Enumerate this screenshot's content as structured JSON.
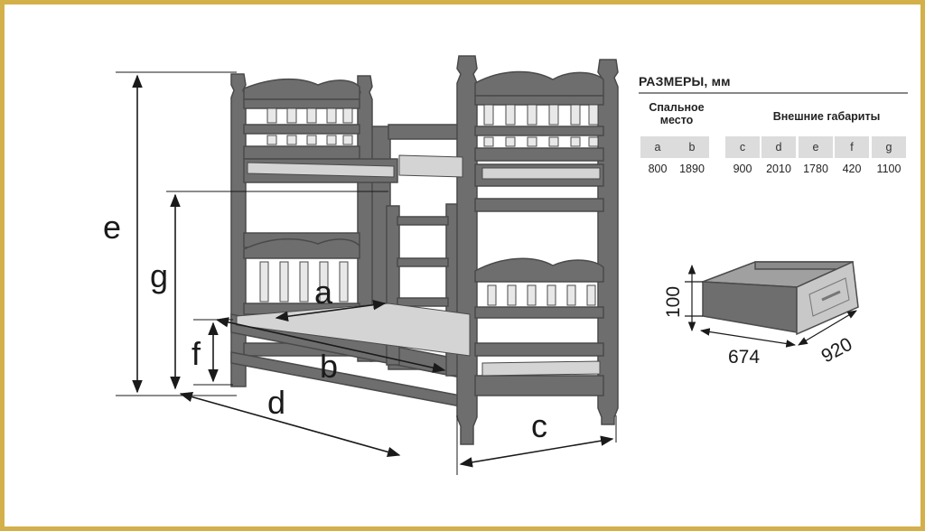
{
  "table": {
    "title": "РАЗМЕРЫ, мм",
    "sleep_header": "Спальное место",
    "external_header": "Внешние габариты",
    "columns": [
      {
        "key": "a",
        "value": "800"
      },
      {
        "key": "b",
        "value": "1890"
      },
      {
        "key": "c",
        "value": "900"
      },
      {
        "key": "d",
        "value": "2010"
      },
      {
        "key": "e",
        "value": "1780"
      },
      {
        "key": "f",
        "value": "420"
      },
      {
        "key": "g",
        "value": "1100"
      }
    ]
  },
  "bed_labels": {
    "a": "a",
    "b": "b",
    "c": "c",
    "d": "d",
    "e": "e",
    "f": "f",
    "g": "g"
  },
  "drawer": {
    "height": "100",
    "width": "674",
    "depth": "920"
  },
  "colors": {
    "wood": "#6e6e6e",
    "mattress": "#d4d4d4",
    "frame": "#d4b04a",
    "cell": "#dcdcdc"
  }
}
